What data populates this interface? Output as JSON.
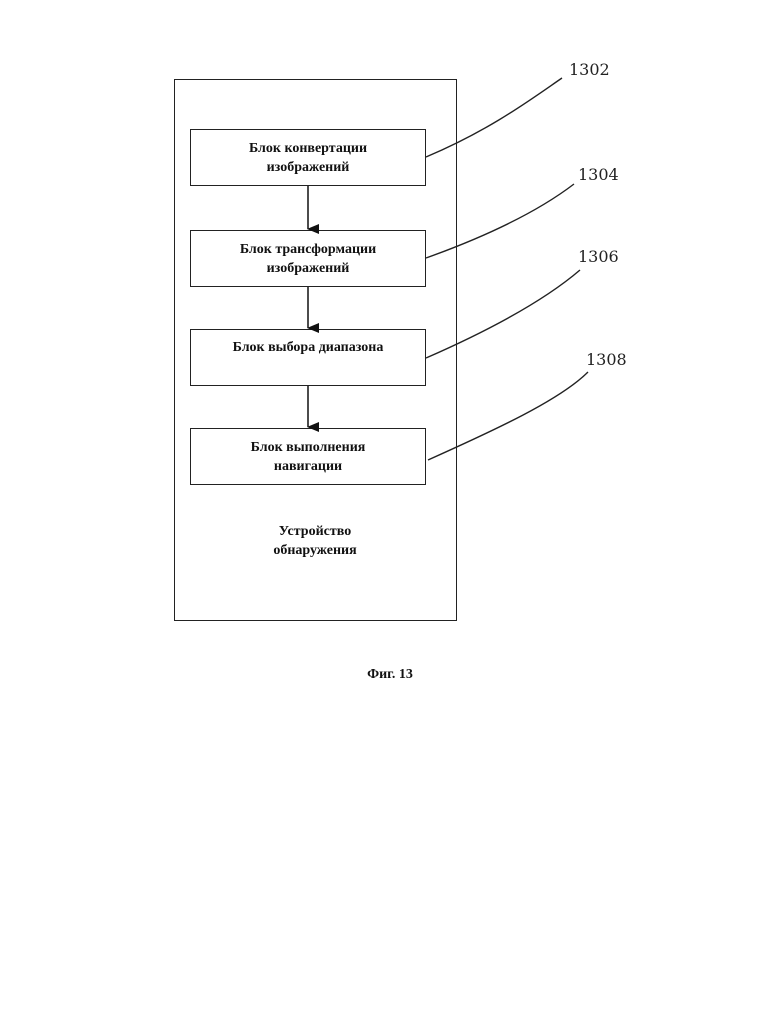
{
  "blocks": [
    {
      "line1": "Блок конвертации",
      "line2": "изображений"
    },
    {
      "line1": "Блок трансформации",
      "line2": "изображений"
    },
    {
      "line1": "Блок выбора диапазона",
      "line2": ""
    },
    {
      "line1": "Блок выполнения",
      "line2": "навигации"
    }
  ],
  "device_label": {
    "line1": "Устройство",
    "line2": "обнаружения"
  },
  "reference_numbers": [
    "1302",
    "1304",
    "1306",
    "1308"
  ],
  "caption": "Фиг. 13"
}
